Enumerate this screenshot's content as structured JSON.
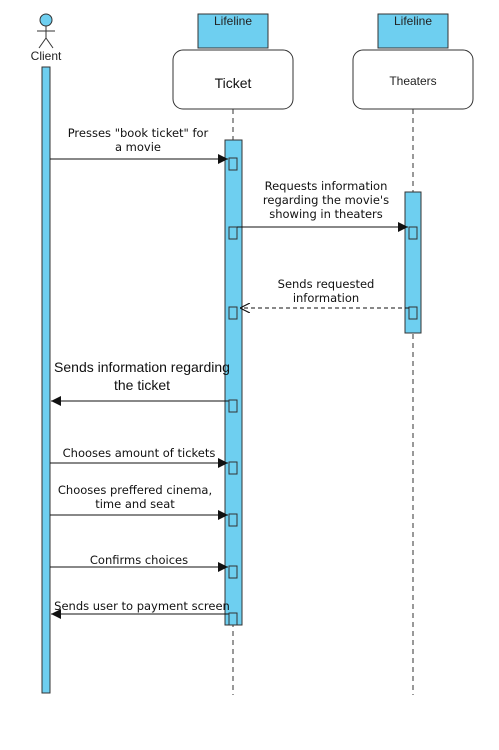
{
  "actor": {
    "name": "Client"
  },
  "lifelines": [
    {
      "tab": "Lifeline",
      "name": "Ticket"
    },
    {
      "tab": "Lifeline",
      "name": "Theaters"
    }
  ],
  "messages": [
    {
      "lines": [
        "Presses \"book ticket\" for",
        "a movie"
      ],
      "from": "Client",
      "to": "Ticket",
      "kind": "sync"
    },
    {
      "lines": [
        "Requests information",
        "regarding the movie's",
        "showing in theaters"
      ],
      "from": "Ticket",
      "to": "Theaters",
      "kind": "sync"
    },
    {
      "lines": [
        "Sends requested",
        "information"
      ],
      "from": "Theaters",
      "to": "Ticket",
      "kind": "return"
    },
    {
      "lines": [
        "Sends information regarding",
        "the ticket"
      ],
      "from": "Ticket",
      "to": "Client",
      "kind": "sync"
    },
    {
      "lines": [
        "Chooses amount of tickets"
      ],
      "from": "Client",
      "to": "Ticket",
      "kind": "sync"
    },
    {
      "lines": [
        "Chooses preffered cinema,",
        "time and seat"
      ],
      "from": "Client",
      "to": "Ticket",
      "kind": "sync"
    },
    {
      "lines": [
        "Confirms choices"
      ],
      "from": "Client",
      "to": "Ticket",
      "kind": "sync"
    },
    {
      "lines": [
        "Sends user to payment screen"
      ],
      "from": "Ticket",
      "to": "Client",
      "kind": "sync"
    }
  ],
  "colors": {
    "activation": "#6ecff0",
    "line": "#333333"
  }
}
